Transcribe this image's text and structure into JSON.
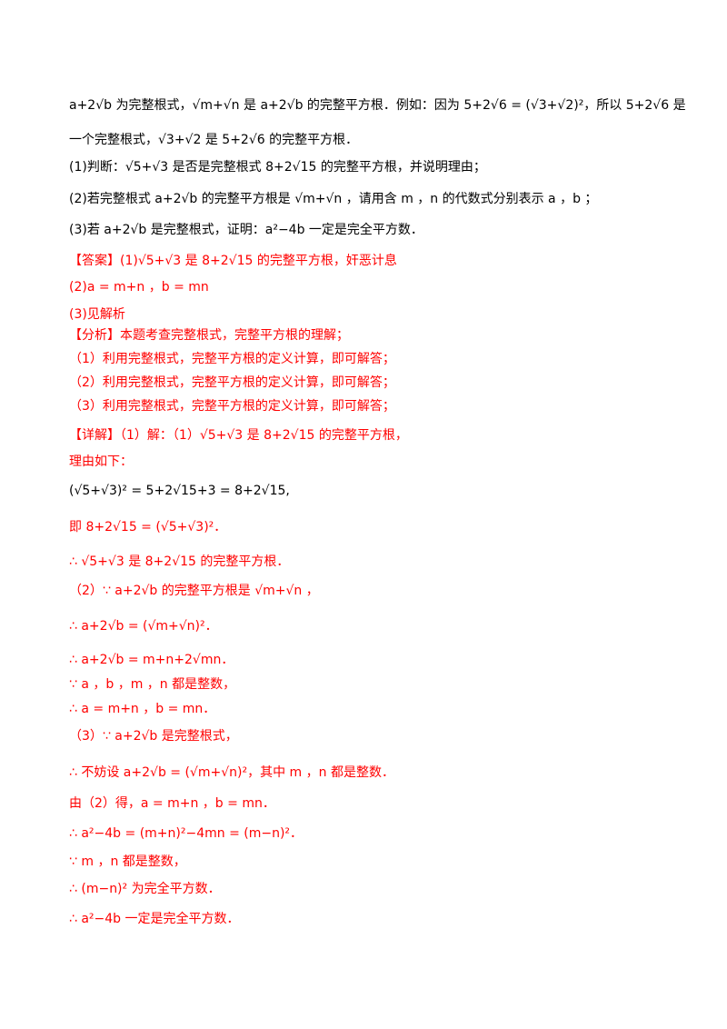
{
  "intro": {
    "line1": "a+2√b 为完整根式，√m+√n 是 a+2√b 的完整平方根．例如：因为 5+2√6 = (√3+√2)²，所以 5+2√6 是",
    "line2": "一个完整根式，√3+√2 是 5+2√6 的完整平方根．"
  },
  "questions": [
    "(1)判断：√5+√3 是否是完整根式 8+2√15 的完整平方根，并说明理由；",
    "(2)若完整根式 a+2√b 的完整平方根是 √m+√n ，请用含 m ，n 的代数式分别表示 a ，b ；",
    "(3)若 a+2√b 是完整根式，证明：a²−4b 一定是完全平方数．"
  ],
  "answer": {
    "a1": "【答案】(1)√5+√3 是 8+2√15 的完整平方根，奸恶计息",
    "a2": "(2)a = m+n ，b = mn",
    "a3": "(3)见解析"
  },
  "analysis": [
    "【分析】本题考查完整根式，完整平方根的理解；",
    "（1）利用完整根式，完整平方根的定义计算，即可解答；",
    "（2）利用完整根式，完整平方根的定义计算，即可解答；",
    "（3）利用完整根式，完整平方根的定义计算，即可解答；"
  ],
  "detail": [
    "【详解】（1）解：（1）√5+√3 是 8+2√15 的完整平方根，",
    "理由如下：",
    "(√5+√3)² = 5+2√15+3 = 8+2√15,",
    "即 8+2√15 = (√5+√3)²．",
    "∴ √5+√3 是 8+2√15 的完整平方根．",
    "（2）∵ a+2√b 的完整平方根是 √m+√n ，",
    "∴ a+2√b = (√m+√n)²．",
    "∴ a+2√b = m+n+2√mn．",
    "∵ a ，b ，m ，n 都是整数，",
    "∴ a = m+n ，b = mn．",
    "（3）∵ a+2√b 是完整根式，",
    "∴ 不妨设 a+2√b = (√m+√n)²，其中 m ，n 都是整数．",
    "由（2）得，a = m+n ，b = mn．",
    "∴ a²−4b = (m+n)²−4mn = (m−n)²．",
    "∵ m ，n 都是整数，",
    "∴ (m−n)² 为完全平方数．",
    "∴ a²−4b 一定是完全平方数．"
  ],
  "colors": {
    "answer_text": "#ff0000",
    "body_text": "#000000"
  }
}
